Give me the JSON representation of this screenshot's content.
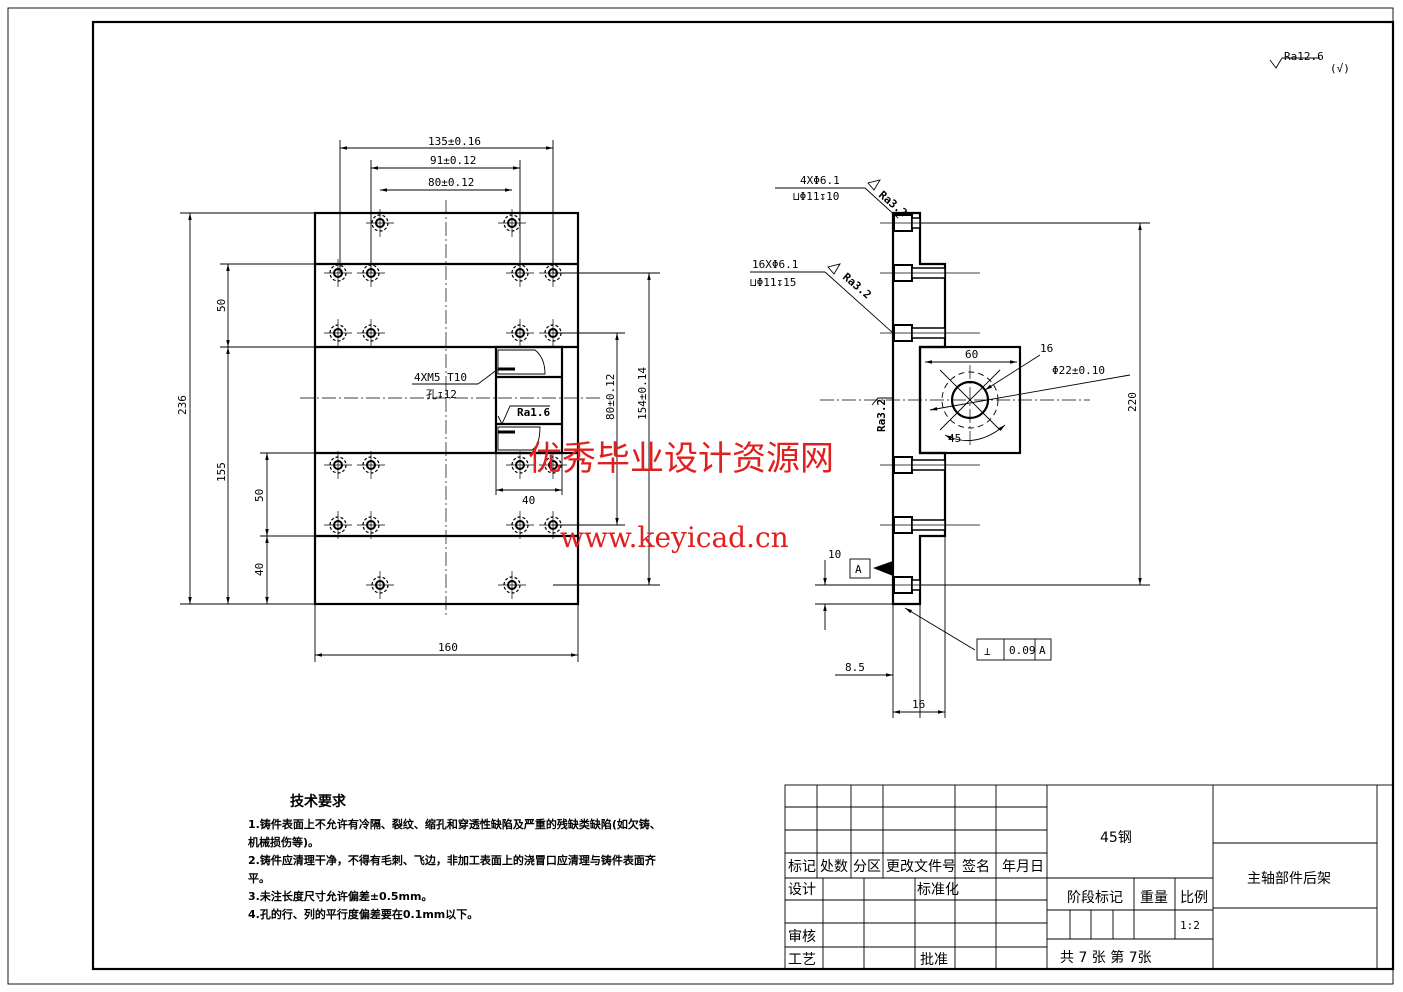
{
  "surface_finish_general": {
    "value": "Ra12.6",
    "note": "(√)"
  },
  "front_view": {
    "dims": {
      "d135": "135±0.16",
      "d91": "91±0.12",
      "d80": "80±0.12",
      "d236": "236",
      "d50a": "50",
      "d155": "155",
      "d50b": "50",
      "d40": "40",
      "d80v": "80±0.12",
      "d154": "154±0.14",
      "d160": "160",
      "d40h": "40"
    },
    "thread_note_1": "4XM5 T10",
    "thread_note_2": "孔↧12",
    "roughness": "Ra1.6"
  },
  "side_view": {
    "hole_note_a1": "4XΦ6.1",
    "hole_note_a2": "⊔Φ11↧10",
    "hole_note_b1": "16XΦ6.1",
    "hole_note_b2": "⊔Φ11↧15",
    "ra_a": "Ra3.2",
    "ra_b": "Ra3.2",
    "ra_c": "Ra3.2",
    "dims": {
      "d60": "60",
      "d16": "16",
      "dia22": "Φ22±0.10",
      "a45": "45",
      "d220": "220",
      "d10": "10",
      "d8_5": "8.5",
      "d16b": "16"
    },
    "datum": "A",
    "tolerance": {
      "symbol": "⊥",
      "value": "0.09",
      "datum": "A"
    }
  },
  "tech_requirements": {
    "title": "技术要求",
    "lines": [
      "1.铸件表面上不允许有冷隔、裂纹、缩孔和穿透性缺陷及严重的残缺类缺陷(如欠铸、",
      "机械损伤等)。",
      "2.铸件应清理干净，不得有毛刺、飞边，非加工表面上的浇冒口应清理与铸件表面齐",
      "平。",
      "3.未注长度尺寸允许偏差±0.5mm。",
      "4.孔的行、列的平行度偏差要在0.1mm以下。"
    ]
  },
  "title_block": {
    "headers": [
      "标记",
      "处数",
      "分区",
      "更改文件号",
      "签名",
      "年月日"
    ],
    "design": "设计",
    "standardize": "标准化",
    "review": "审核",
    "process": "工艺",
    "approve": "批准",
    "material": "45钢",
    "stage_mark": "阶段标记",
    "weight": "重量",
    "scale_label": "比例",
    "scale": "1:2",
    "sheets": "共 7 张 第 7张",
    "part_name": "主轴部件后架"
  },
  "watermark": {
    "line1": "优秀毕业设计资源网",
    "line2": "www.keyicad.cn"
  }
}
